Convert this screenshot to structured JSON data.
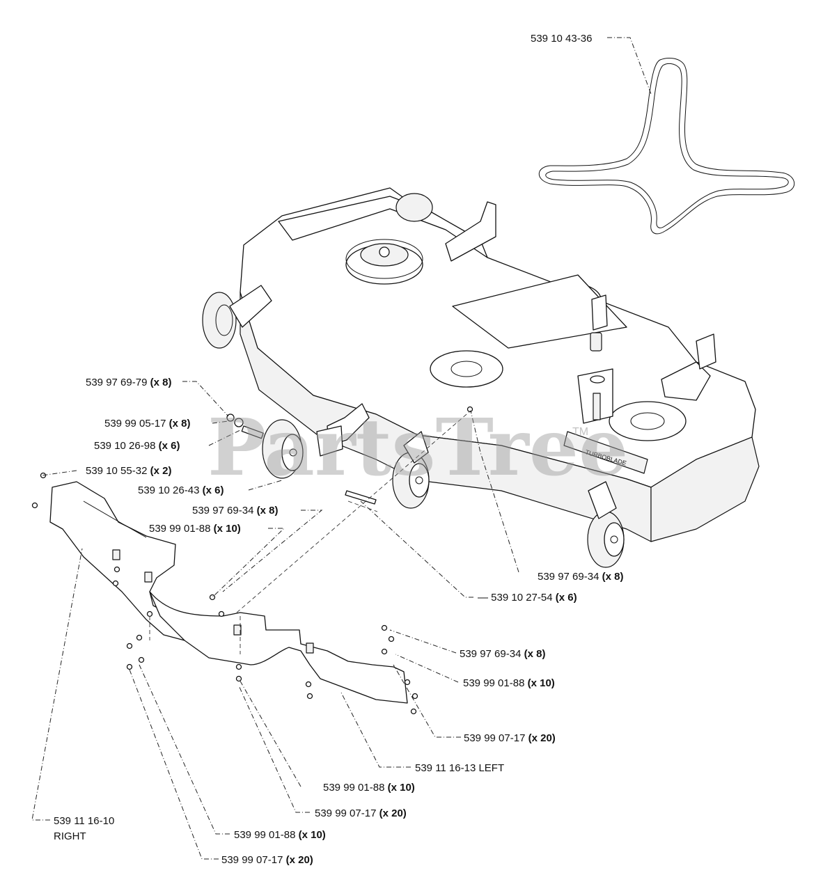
{
  "callouts": [
    {
      "part": "539 10 43-36",
      "qty": ""
    },
    {
      "part": "539 97 69-79",
      "qty": "(x 8)"
    },
    {
      "part": "539 99 05-17",
      "qty": "(x 8)"
    },
    {
      "part": "539 10 26-98",
      "qty": "(x 6)"
    },
    {
      "part": "539 10 55-32",
      "qty": "(x 2)"
    },
    {
      "part": "539 10 26-43",
      "qty": "(x 6)"
    },
    {
      "part": "539 97 69-34",
      "qty": "(x 8)"
    },
    {
      "part": "539 99 01-88",
      "qty": "(x 10)"
    },
    {
      "part": "539 97 69-34",
      "qty": "(x 8)"
    },
    {
      "part": "539 10 27-54",
      "qty": "(x 6)"
    },
    {
      "part": "539 97 69-34",
      "qty": "(x 8)"
    },
    {
      "part": "539 99 01-88",
      "qty": "(x 10)"
    },
    {
      "part": "539 99 07-17",
      "qty": "(x 20)"
    },
    {
      "part": "539 11 16-13 LEFT",
      "qty": ""
    },
    {
      "part": "539 99 01-88",
      "qty": "(x 10)"
    },
    {
      "part": "539 99 07-17",
      "qty": "(x 20)"
    },
    {
      "part": "539 11 16-10",
      "qty": "",
      "line2": "RIGHT"
    },
    {
      "part": "539 99 01-88",
      "qty": "(x 10)"
    },
    {
      "part": "539 99 07-17",
      "qty": "(x 20)"
    }
  ],
  "watermark": {
    "text": "PartsTree",
    "tm": "TM"
  },
  "deck_decal": "TURBOBLADE"
}
